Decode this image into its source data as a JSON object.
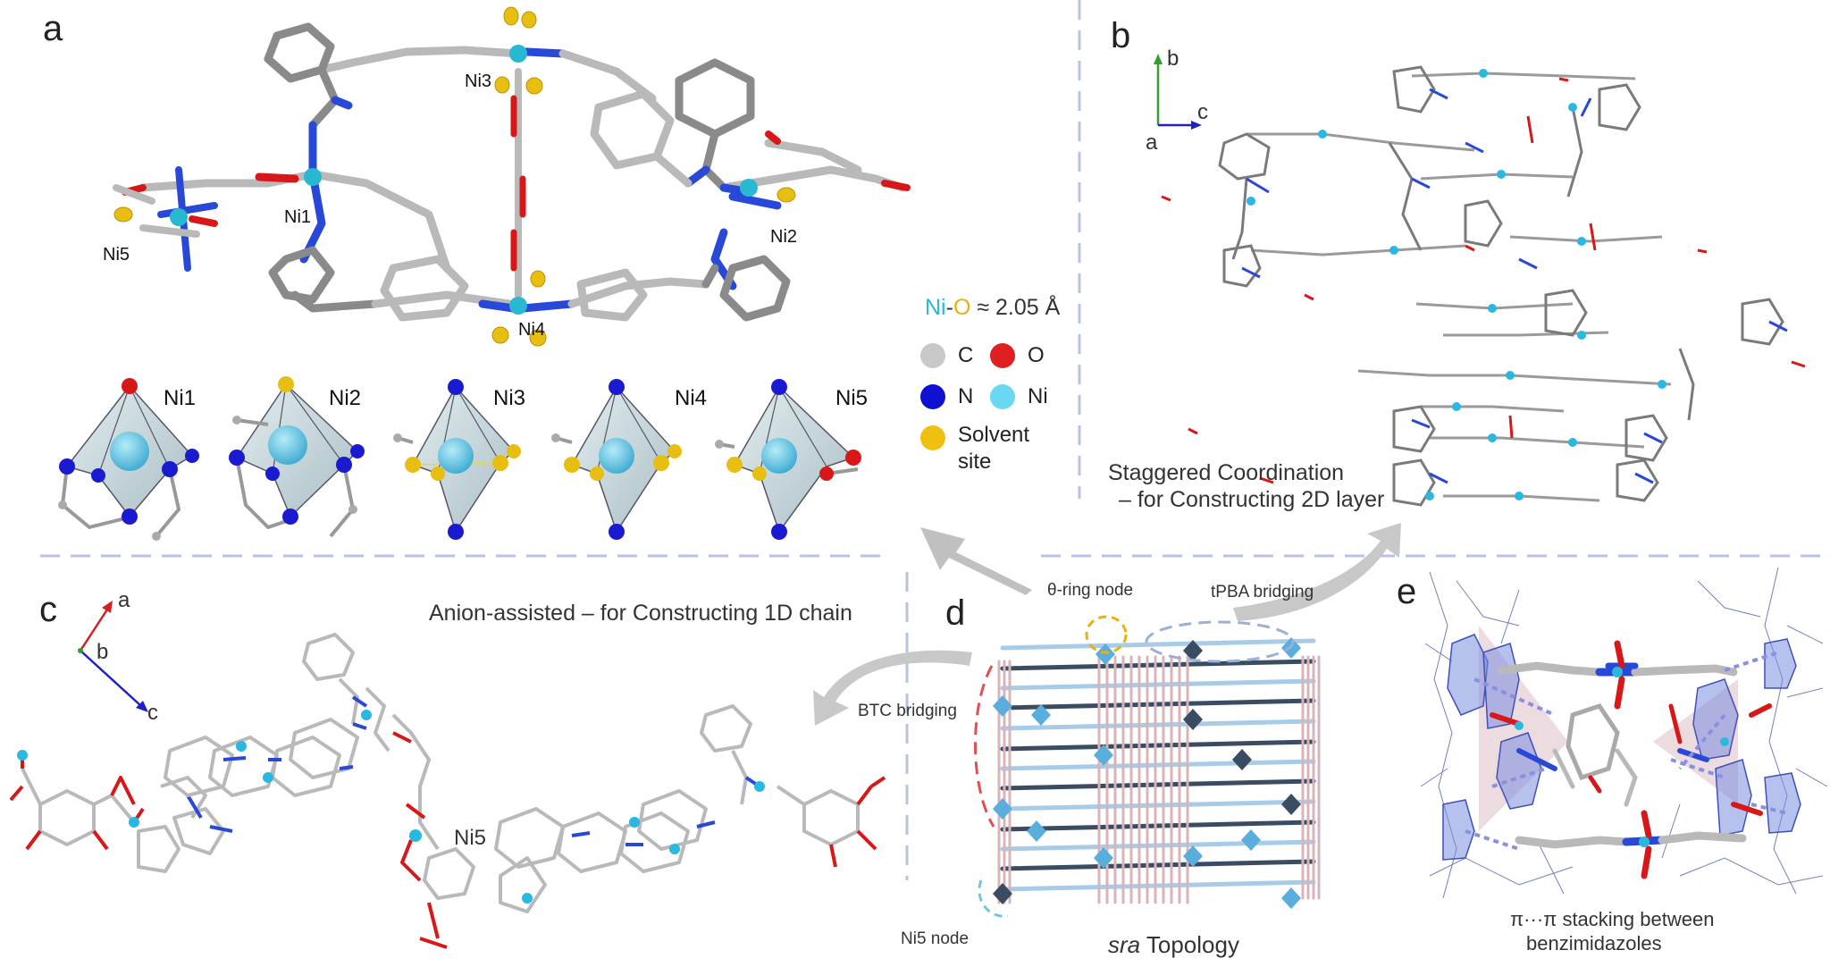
{
  "panels": {
    "a": {
      "letter": "a",
      "atoms": [
        "Ni3",
        "Ni1",
        "Ni5",
        "Ni2",
        "Ni4"
      ],
      "polyhedra": [
        "Ni1",
        "Ni2",
        "Ni3",
        "Ni4",
        "Ni5"
      ]
    },
    "b": {
      "letter": "b",
      "axes": {
        "b": "b",
        "c": "c",
        "a": "a"
      },
      "caption_line1": "Staggered Coordination",
      "caption_line2": "– for Constructing 2D layer"
    },
    "c": {
      "letter": "c",
      "axes": {
        "a": "a",
        "b": "b",
        "c": "c"
      },
      "caption": "Anion-assisted – for Constructing 1D chain",
      "atom_label": "Ni5"
    },
    "d": {
      "letter": "d",
      "theta_node": "θ-ring node",
      "tpba": "tPBA bridging",
      "btc": "BTC bridging",
      "ni5_node": "Ni5 node",
      "topology_italic": "sra",
      "topology_rest": " Topology"
    },
    "e": {
      "letter": "e",
      "caption_line1": "π···π stacking between",
      "caption_line2": "benzimidazoles"
    }
  },
  "bond_note": {
    "ni": "Ni",
    "o": "O",
    "rest": " ≈ 2.05 Å"
  },
  "legend": [
    {
      "label": "C",
      "color": "#c8c8c8"
    },
    {
      "label": "O",
      "color": "#e02020"
    },
    {
      "label": "N",
      "color": "#1010d0"
    },
    {
      "label": "Ni",
      "color": "#6ad8f0"
    },
    {
      "label": "Solvent site",
      "color": "#f0c010"
    }
  ],
  "colors": {
    "carbon": "#b9b9b9",
    "nitrogen": "#2848d8",
    "oxygen": "#d81818",
    "nickel": "#28b8d0",
    "solvent": "#e8be10",
    "divider": "#b8c2e2",
    "pink_rod": "#d8b4b8",
    "dark_rod": "#3a4c62",
    "light_rod": "#a8cce8"
  }
}
